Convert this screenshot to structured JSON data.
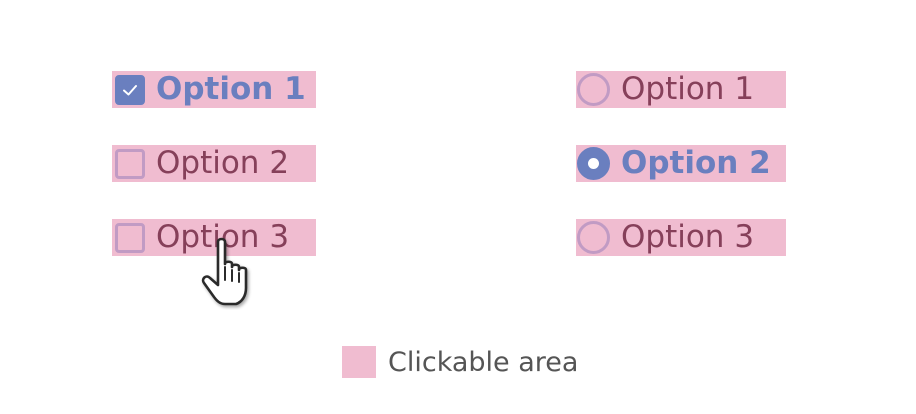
{
  "checkbox_group": {
    "items": [
      {
        "label": "Option 1",
        "checked": true
      },
      {
        "label": "Option 2",
        "checked": false
      },
      {
        "label": "Option 3",
        "checked": false
      }
    ]
  },
  "radio_group": {
    "items": [
      {
        "label": "Option 1",
        "selected": false
      },
      {
        "label": "Option 2",
        "selected": true
      },
      {
        "label": "Option 3",
        "selected": false
      }
    ]
  },
  "legend": {
    "label": "Clickable area"
  },
  "colors": {
    "clickable_area": "#f0bcd0",
    "accent": "#6a7fbf",
    "label_text": "#86405a",
    "control_border": "#c19bc4"
  },
  "icons": {
    "checkmark": "check-icon",
    "cursor": "hand-pointer-cursor-icon"
  }
}
